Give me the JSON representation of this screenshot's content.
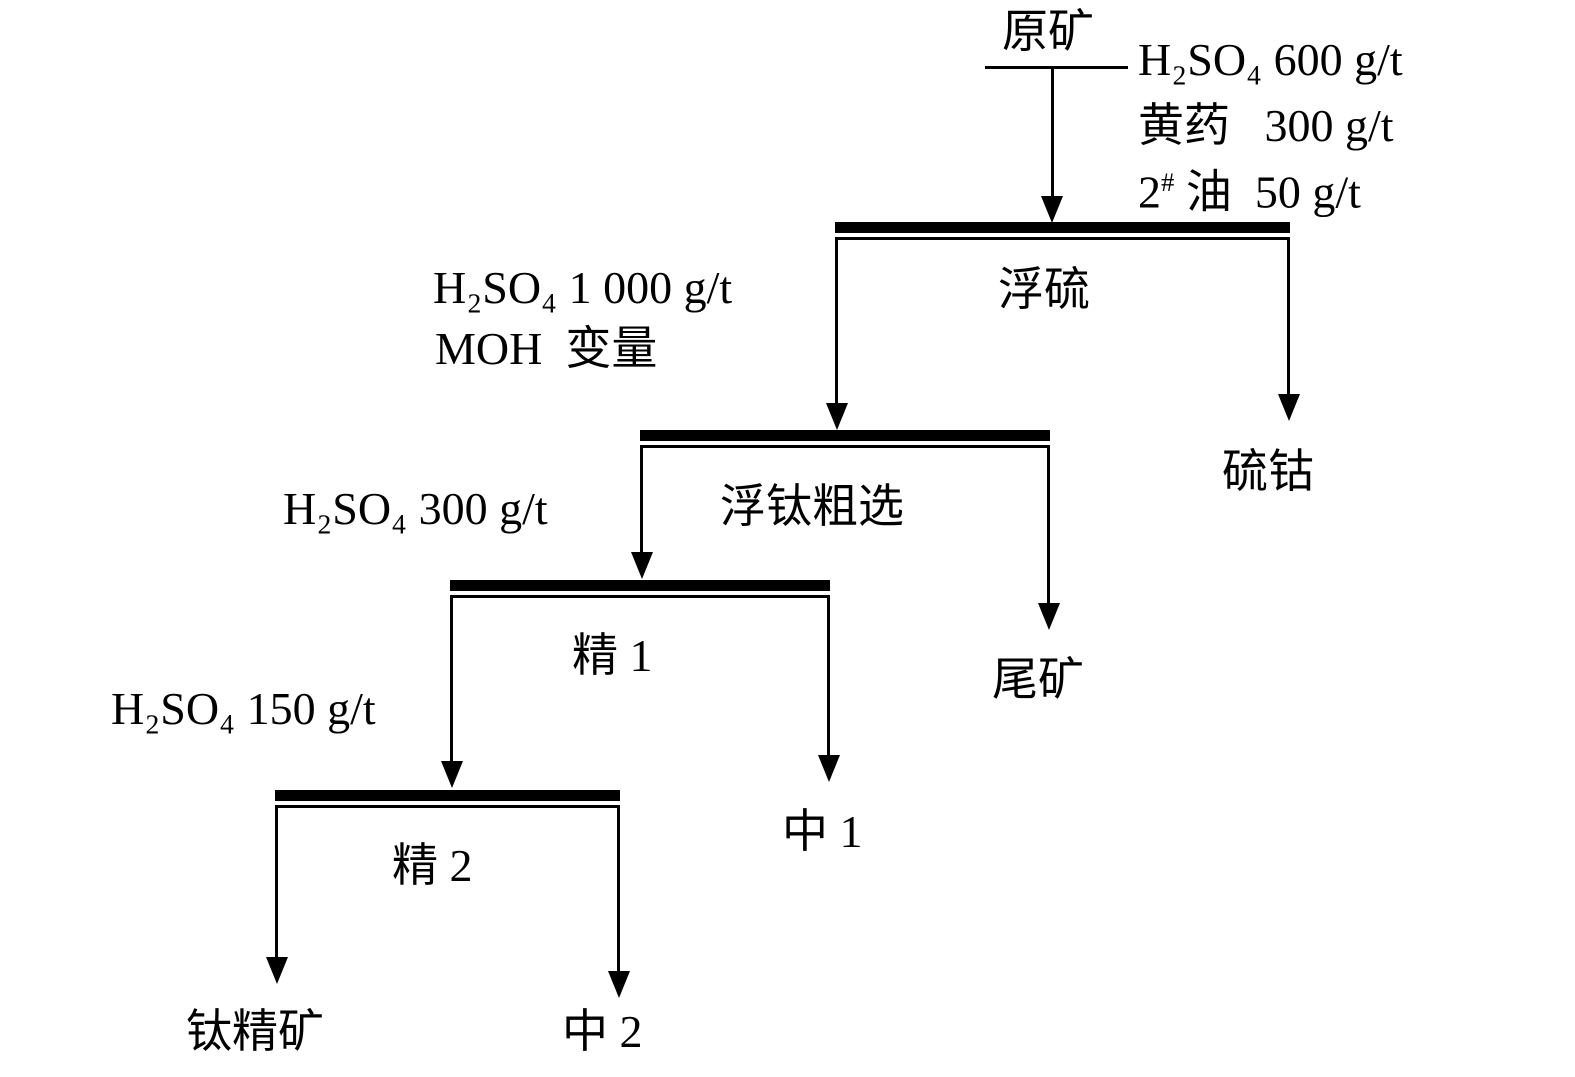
{
  "flowsheet": {
    "feed": {
      "label": "原矿"
    },
    "feed_reagents": {
      "line1": "H₂SO₄ 600 g/t",
      "line2": "黄药   300 g/t",
      "line3_base": "2",
      "line3_sup": "#",
      "line3_rest": " 油  50 g/t"
    },
    "stage1": {
      "name": "浮硫",
      "right_product": "硫钴"
    },
    "stage2": {
      "name": "浮钛粗选",
      "reagent1": "H₂SO₄ 1 000 g/t",
      "reagent2": "MOH  变量",
      "right_product": "尾矿"
    },
    "stage3": {
      "name": "精 1",
      "reagent1": "H₂SO₄ 300 g/t",
      "right_product": "中 1"
    },
    "stage4": {
      "name": "精 2",
      "reagent1": "H₂SO₄ 150 g/t",
      "left_product": "钛精矿",
      "right_product": "中 2"
    }
  }
}
